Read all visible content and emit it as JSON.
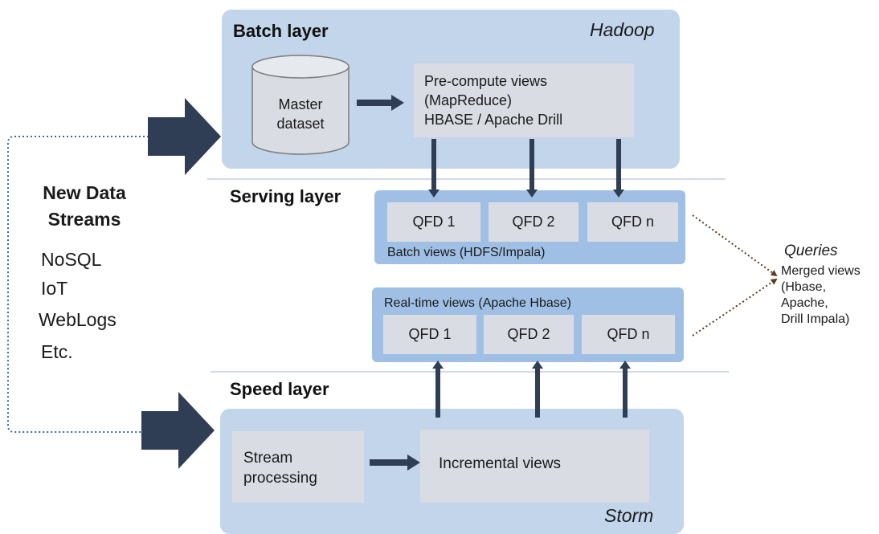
{
  "batch": {
    "title": "Batch layer",
    "tech": "Hadoop",
    "master": [
      "Master",
      "dataset"
    ],
    "precompute": [
      "Pre-compute views",
      "(MapReduce)",
      "HBASE / Apache Drill"
    ]
  },
  "serving": {
    "title": "Serving layer",
    "batch_views": {
      "caption": "Batch views (HDFS/Impala)",
      "items": [
        "QFD 1",
        "QFD 2",
        "QFD n"
      ]
    },
    "realtime_views": {
      "caption": "Real-time views (Apache Hbase)",
      "items": [
        "QFD 1",
        "QFD 2",
        "QFD n"
      ]
    }
  },
  "speed": {
    "title": "Speed layer",
    "tech": "Storm",
    "stream": [
      "Stream",
      "processing"
    ],
    "incremental": "Incremental views"
  },
  "sources": {
    "title": [
      "New Data",
      "Streams"
    ],
    "items": [
      "NoSQL",
      "IoT",
      "WebLogs",
      "Etc."
    ]
  },
  "queries": {
    "title": "Queries",
    "lines": [
      "Merged views",
      "(Hbase,",
      "Apache,",
      "Drill Impala)"
    ]
  },
  "colors": {
    "panel": "#c2d5ea",
    "box": "#d9dde3",
    "arrow": "#2f3e55",
    "query_arrow": "#5b3a1e",
    "dotted": "#2e6da4"
  }
}
